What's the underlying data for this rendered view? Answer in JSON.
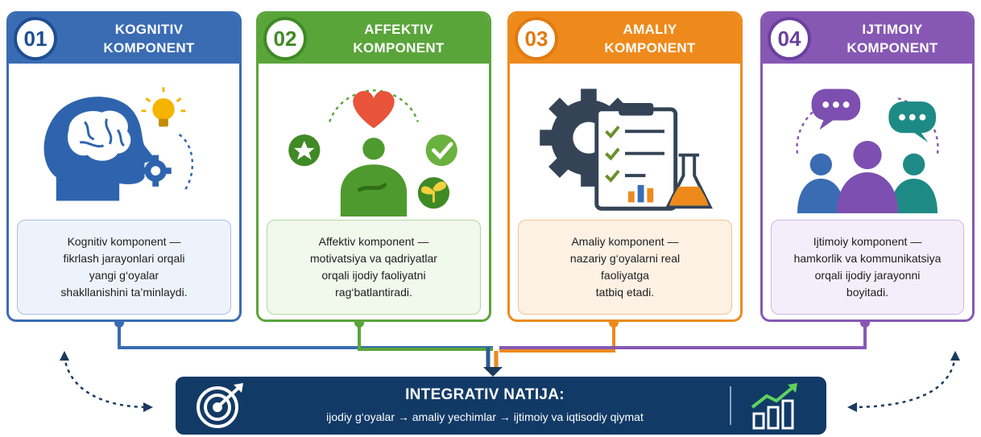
{
  "components": [
    {
      "number": "01",
      "title_line1": "KOGNITIV",
      "title_line2": "KOMPONENT",
      "desc_lines": [
        "Kognitiv komponent —",
        "fikrlash jarayonlari orqali",
        "yangi g‘oyalar",
        "shakllanishini ta’minlaydi."
      ],
      "color": "#3a6cb4",
      "icons": [
        "brain-head-icon",
        "lightbulb-icon",
        "gear-icon"
      ]
    },
    {
      "number": "02",
      "title_line1": "AFFEKTIV",
      "title_line2": "KOMPONENT",
      "desc_lines": [
        "Affektiv komponent —",
        "motivatsiya va qadriyatlar",
        "orqali ijodiy faoliyatni",
        "rag‘batlantiradi."
      ],
      "color": "#5aa53a",
      "icons": [
        "heart-icon",
        "person-icon",
        "star-icon",
        "check-icon",
        "sprout-icon"
      ]
    },
    {
      "number": "03",
      "title_line1": "AMALIY",
      "title_line2": "KOMPONENT",
      "desc_lines": [
        "Amaliy komponent —",
        "nazariy g‘oyalarni real",
        "faoliyatga",
        "tatbiq etadi."
      ],
      "color": "#ee8a1c",
      "icons": [
        "gear-icon",
        "checklist-clipboard-icon",
        "flask-icon"
      ]
    },
    {
      "number": "04",
      "title_line1": "IJTIMOIY",
      "title_line2": "KOMPONENT",
      "desc_lines": [
        "Ijtimoiy komponent —",
        "hamkorlik va kommunikatsiya",
        "orqali ijodiy jarayonni",
        "boyitadi."
      ],
      "color": "#8658b4",
      "icons": [
        "chat-bubble-icon",
        "group-of-people-icon"
      ]
    }
  ],
  "result": {
    "title": "INTEGRATIV NATIJA:",
    "subtitle": "ijodiy g‘oyalar → amaliy yechimlar → ijtimoiy va iqtisodiy qiymat",
    "color": "#123a66",
    "icons": [
      "target-arrow-icon",
      "growth-chart-icon"
    ]
  }
}
